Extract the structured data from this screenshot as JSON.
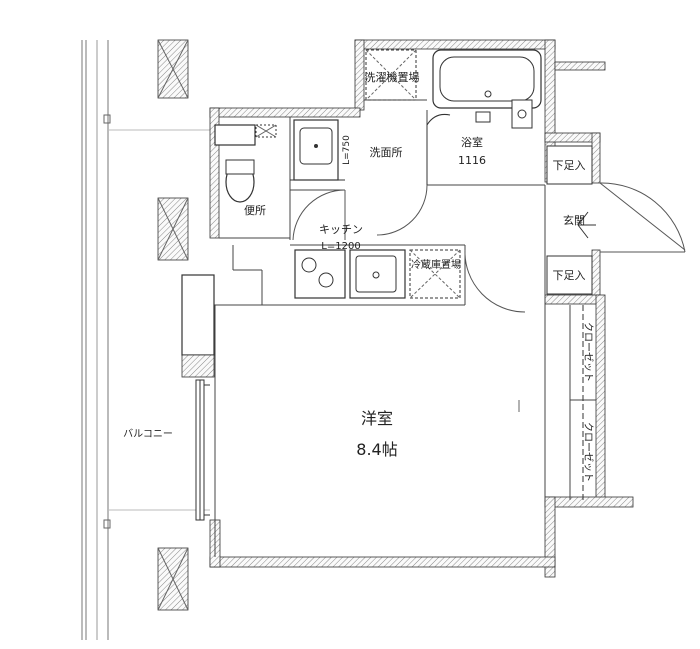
{
  "rooms": {
    "laundry": "洗濯機置場",
    "bath": "浴室",
    "bath_size": "1116",
    "washroom": "洗面所",
    "toilet": "便所",
    "kitchen": "キッチン",
    "kitchen_length": "L=1200",
    "fridge": "冷蔵庫置場",
    "entrance": "玄関",
    "shoe_box_1": "下足入",
    "shoe_box_2": "下足入",
    "closet_1": "クローゼット",
    "closet_2": "クローゼット",
    "western_room": "洋室",
    "western_size": "8.4帖",
    "balcony": "バルコニー",
    "vanity_length": "L=750"
  }
}
